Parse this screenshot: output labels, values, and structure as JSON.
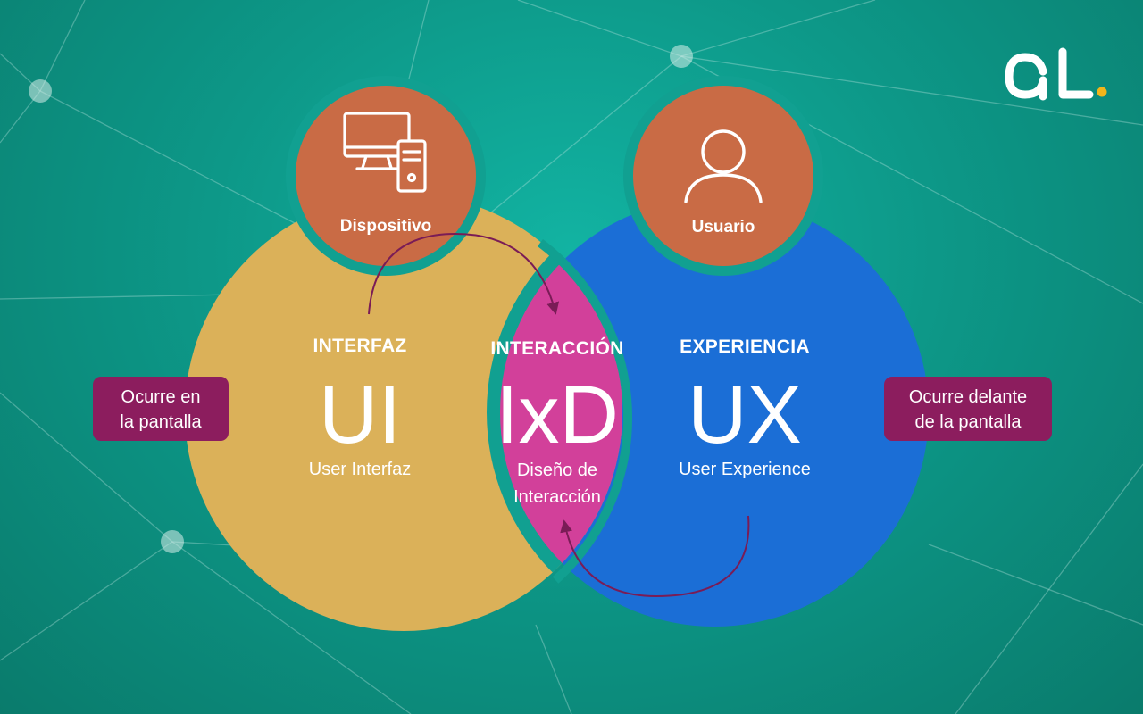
{
  "logo": {
    "text": "aL",
    "dot_color": "#f2b51a"
  },
  "top_badges": {
    "left": {
      "label": "Dispositivo",
      "icon": "computer-icon"
    },
    "right": {
      "label": "Usuario",
      "icon": "user-icon"
    }
  },
  "ui": {
    "section": "INTERFAZ",
    "acronym": "UI",
    "subtitle": "User Interfaz"
  },
  "ixd": {
    "section": "INTERACCIÓN",
    "acronym": "IxD",
    "subtitle_line1": "Diseño de",
    "subtitle_line2": "Interacción"
  },
  "ux": {
    "section": "EXPERIENCIA",
    "acronym": "UX",
    "subtitle": "User Experience"
  },
  "notes": {
    "left": {
      "line1": "Ocurre en",
      "line2": "la pantalla"
    },
    "right": {
      "line1": "Ocurre delante",
      "line2": "de la pantalla"
    }
  },
  "colors": {
    "background": "#0d9888",
    "ui_circle": "#dbb159",
    "ux_circle": "#1b6ed6",
    "ixd_lens": "#d2409a",
    "badge": "#c96b45",
    "note_box": "#8c1d5e",
    "arrow": "#7a1c56"
  }
}
